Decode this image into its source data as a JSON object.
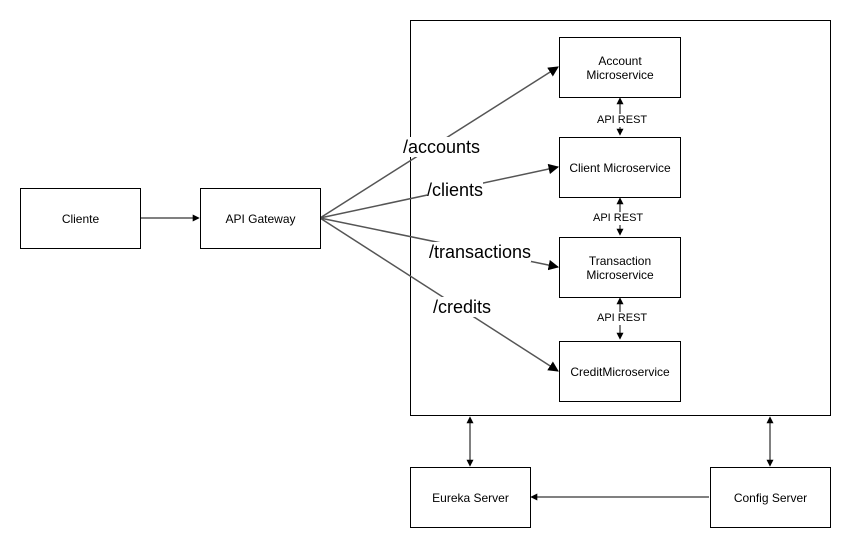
{
  "nodes": {
    "cliente": "Cliente",
    "gateway": "API Gateway",
    "account": "Account Microservice",
    "client": "Client Microservice",
    "transaction": "Transaction Microservice",
    "credit": "CreditMicroservice",
    "eureka": "Eureka Server",
    "config": "Config Server"
  },
  "routes": {
    "accounts": "/accounts",
    "clients": "/clients",
    "transactions": "/transactions",
    "credits": "/credits"
  },
  "links": {
    "rest_1": "API REST",
    "rest_2": "API REST",
    "rest_3": "API REST"
  }
}
